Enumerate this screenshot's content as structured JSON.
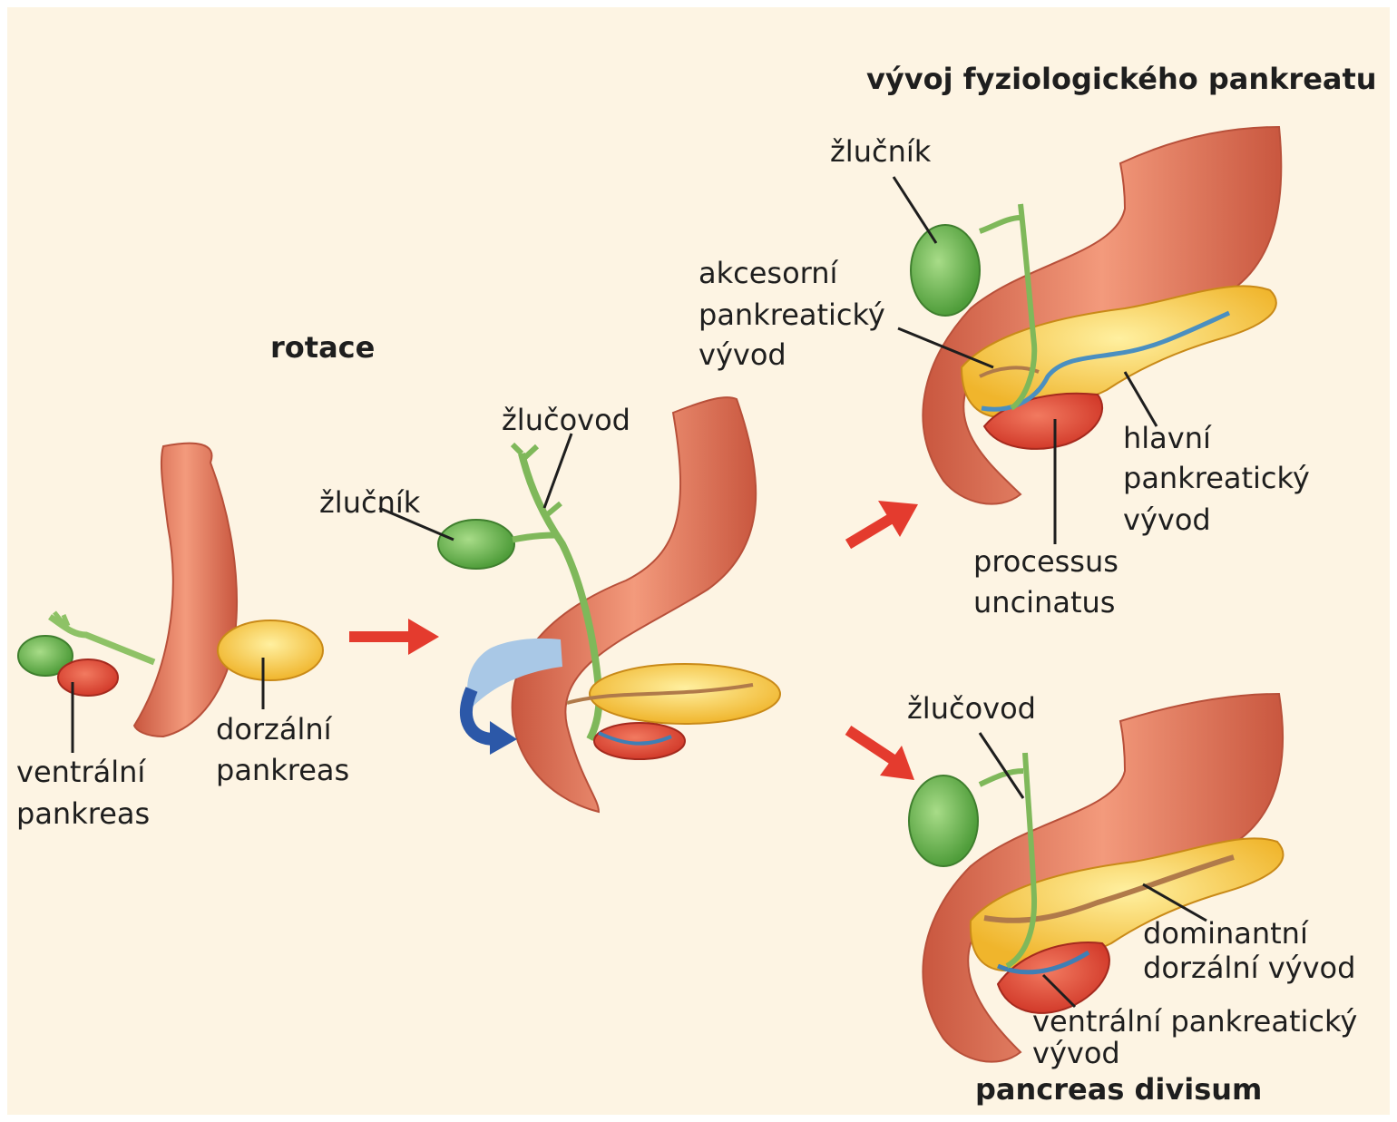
{
  "colors": {
    "background": "#fdf4e3",
    "intestine": "#e8785a",
    "pancreas_yellow": "#f4c43c",
    "pancreas_red": "#e04a38",
    "gallbladder": "#6cba52",
    "duct_blue": "#3f7fb5",
    "duct_brown": "#b07a4a",
    "arrow_red": "#e43b2e",
    "rotation_arrow": "#2c58a8"
  },
  "icons": [
    "red-arrow-icon",
    "rotation-arrow-icon"
  ],
  "stage1": {
    "ventral": [
      "ventrální",
      "pankreas"
    ],
    "dorsal": [
      "dorzální",
      "pankreas"
    ]
  },
  "stage2": {
    "rotation": "rotace",
    "common_bile_duct": "žlučovod",
    "gallbladder": "žlučník"
  },
  "normal": {
    "title": "vývoj fyziologického pankreatu",
    "gallbladder": "žlučník",
    "accessory_duct": [
      "akcesorní",
      "pankreatický",
      "vývod"
    ],
    "main_duct": [
      "hlavní",
      "pankreatický",
      "vývod"
    ],
    "uncinate": [
      "processus",
      "uncinatus"
    ]
  },
  "divisum": {
    "title": "pancreas divisum",
    "common_bile_duct": "žlučovod",
    "dominant_duct": [
      "dominantní",
      "dorzální vývod"
    ],
    "ventral_duct": [
      "ventrální pankreatický",
      "vývod"
    ]
  }
}
